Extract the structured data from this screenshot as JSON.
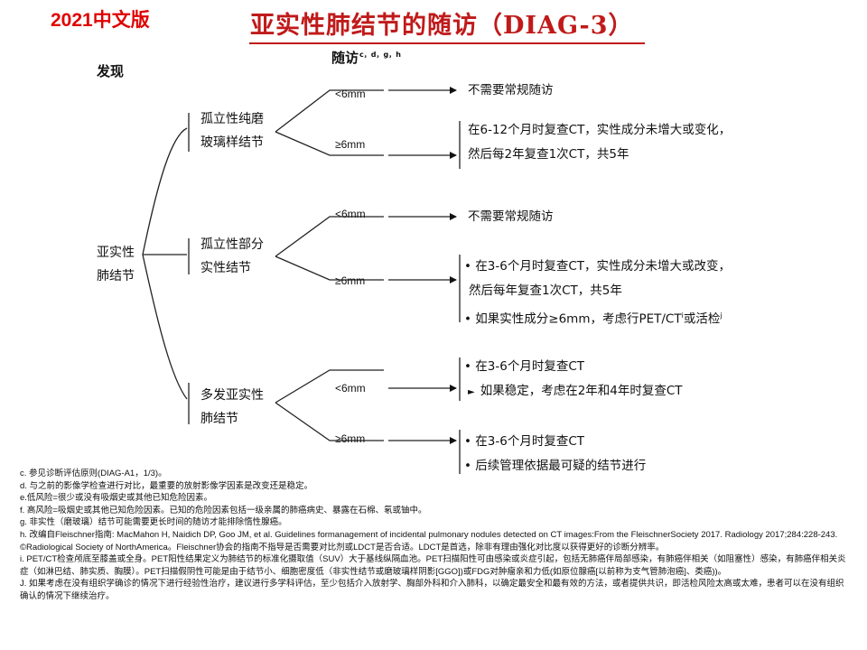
{
  "badge": "2021中文版",
  "title": "亚实性肺结节的随访（DIAG-3）",
  "headers": {
    "finding": "发现",
    "followup": "随访",
    "followup_sup": "c，d，g，h"
  },
  "root": {
    "line1": "亚实性",
    "line2": "肺结节"
  },
  "branches": [
    {
      "line1": "孤立性纯磨",
      "line2": "玻璃样结节"
    },
    {
      "line1": "孤立性部分",
      "line2": "实性结节"
    },
    {
      "line1": "多发亚实性",
      "line2": "肺结节"
    }
  ],
  "sizes": {
    "b1_small": "<6mm",
    "b1_large": "≥6mm",
    "b2_small": "<6mm",
    "b2_large": "≥6mm",
    "b3_small": "<6mm",
    "b3_large": "≥6mm"
  },
  "recommendations": {
    "r1": "不需要常规随访",
    "r2_line1": "在6-12个月时复查CT，实性成分未增大或变化，",
    "r2_line2": "然后每2年复查1次CT，共5年",
    "r3": "不需要常规随访",
    "r4_line1": "在3-6个月时复查CT，实性成分未增大或改变，",
    "r4_line2": "然后每年复查1次CT，共5年",
    "r4_line3": "如果实性成分≥6mm，考虑行PET/CT",
    "r4_line3_sup": "i",
    "r4_line3_tail": "或活检",
    "r4_line3_tail_sup": "j",
    "r5_line1": "在3-6个月时复查CT",
    "r5_line2": "如果稳定，考虑在2年和4年时复查CT",
    "r6_line1": "在3-6个月时复查CT",
    "r6_line2": "后续管理依据最可疑的结节进行"
  },
  "footnotes": [
    "c. 参见诊断评估原则(DIAG-A1，1/3)。",
    "d. 与之前的影像学检查进行对比，最重要的放射影像学因素是改变还是稳定。",
    "e.低风险=很少或没有吸烟史或其他已知危险因素。",
    "f. 高风险=吸烟史或其他已知危险因素。已知的危险因素包括一级亲属的肺癌病史、暴露在石棉、氡或铀中。",
    "g. 非实性（磨玻璃）结节可能需要更长时间的随访才能排除惰性腺癌。",
    "h. 改编自Fleischner指南: MacMahon H, Naidich DP, Goo JM, et al. Guidelines formanagement of incidental pulmonary nodules detected on CT images:From the FleischnerSociety 2017. Radiology 2017;284:228-243. ©Radiological Society of NorthAmerica。Fleischner协会的指南不指导是否需要对比剂或LDCT是否合适。LDCT是首选，除非有理由强化对比度以获得更好的诊断分辨率。",
    "i. PET/CT检查颅底至膝盖或全身。PET阳性结果定义为肺结节的标准化摄取值（SUV）大于基线纵隔血池。PET扫描阳性可由感染或炎症引起，包括无肺癌伴局部感染，有肺癌伴相关（如阻塞性）感染，有肺癌伴相关炎症（如淋巴结、肺实质、胸膜）。PET扫描假阴性可能是由于结节小、细胞密度低（非实性结节或磨玻璃样阴影[GGO])或FDG对肿瘤亲和力低(如原位腺癌[以前称为支气管肺泡癌]、类癌))。",
    "J. 如果考虑在没有组织学确诊的情况下进行经验性治疗，建议进行多学科评估，至少包括介入放射学、胸部外科和介入肺科，以确定最安全和最有效的方法，或者提供共识，即活检风险太高或太难，患者可以在没有组织确认的情况下继续治疗。"
  ]
}
